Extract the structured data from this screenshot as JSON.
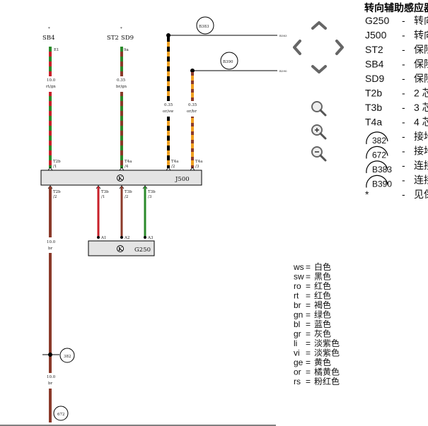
{
  "legend": {
    "title": "转向辅助感应器",
    "items": [
      {
        "code": "G250",
        "dash": "-",
        "text": "转向"
      },
      {
        "code": "J500",
        "dash": "-",
        "text": "转向"
      },
      {
        "code": "ST2",
        "dash": "-",
        "text": "保险"
      },
      {
        "code": "SB4",
        "dash": "-",
        "text": "保险"
      },
      {
        "code": "SD9",
        "dash": "-",
        "text": "保险"
      },
      {
        "code": "T2b",
        "dash": "-",
        "text": "2 芯"
      },
      {
        "code": "T3b",
        "dash": "-",
        "text": "3 芯"
      },
      {
        "code": "T4a",
        "dash": "-",
        "text": "4 芯"
      },
      {
        "code": "382",
        "dash": "-",
        "text": "接地"
      },
      {
        "code": "672",
        "dash": "-",
        "text": "接地"
      },
      {
        "code": "B383",
        "dash": "-",
        "text": "连接"
      },
      {
        "code": "B390",
        "dash": "-",
        "text": "连接"
      },
      {
        "code": "*",
        "dash": "-",
        "text": "见保"
      }
    ]
  },
  "colors_key": [
    {
      "code": "ws",
      "name": "白色"
    },
    {
      "code": "sw",
      "name": "黑色"
    },
    {
      "code": "ro",
      "name": "红色"
    },
    {
      "code": "rt",
      "name": "红色"
    },
    {
      "code": "br",
      "name": "褐色"
    },
    {
      "code": "gn",
      "name": "绿色"
    },
    {
      "code": "bl",
      "name": "蓝色"
    },
    {
      "code": "gr",
      "name": "灰色"
    },
    {
      "code": "li",
      "name": "淡紫色"
    },
    {
      "code": "vi",
      "name": "淡紫色"
    },
    {
      "code": "ge",
      "name": "黄色"
    },
    {
      "code": "or",
      "name": "橘黄色"
    },
    {
      "code": "rs",
      "name": "粉红色"
    }
  ],
  "diagram": {
    "fuses": {
      "sb4": "SB4",
      "st2": "ST2",
      "sd9": "SD9",
      "star": "*"
    },
    "fuse_pins": {
      "e1": "E1",
      "p9a": "9a"
    },
    "wires": {
      "w1_size": "10.0",
      "w1_color": "rt/gn",
      "w2_size": "0.35",
      "w2_color": "br/gn",
      "w3_size": "0.35",
      "w3_color": "or/sw",
      "w4_size": "0.35",
      "w4_color": "or/br",
      "w5_size": "10.0",
      "w5_color": "br",
      "w6_size": "10.0",
      "w6_color": "br"
    },
    "connections": {
      "b383": "B383",
      "b390": "B390",
      "b383_short": "B383",
      "b390_short": "B390"
    },
    "grounds": {
      "g382": "382",
      "g672": "672"
    },
    "j500": {
      "label": "J500",
      "symbol": "K"
    },
    "g250": {
      "label": "G250",
      "symbol": "K"
    },
    "pins_top": {
      "t2b": "T2b",
      "t2b_n": "/1",
      "t4a_4": "T4a",
      "t4a_4n": "/4",
      "t4a_2": "T4a",
      "t4a_2n": "/2",
      "t4a_3": "T4a",
      "t4a_3n": "/3"
    },
    "pins_bottom": {
      "t2b": "T2b",
      "t2b_n": "/2",
      "t3b_1": "T3b",
      "t3b_1n": "/1",
      "t3b_2": "T3b",
      "t3b_2n": "/2",
      "t3b_3": "T3b",
      "t3b_3n": "/3"
    },
    "g250_pins": {
      "a1": "A1",
      "a2": "A2",
      "a3": "A3"
    }
  },
  "palette": {
    "red": "#c8202a",
    "green": "#2a8a2a",
    "brown": "#8b3a2a",
    "orange": "#f0a020",
    "black": "#000000",
    "box_fill": "#e4e4e4"
  }
}
